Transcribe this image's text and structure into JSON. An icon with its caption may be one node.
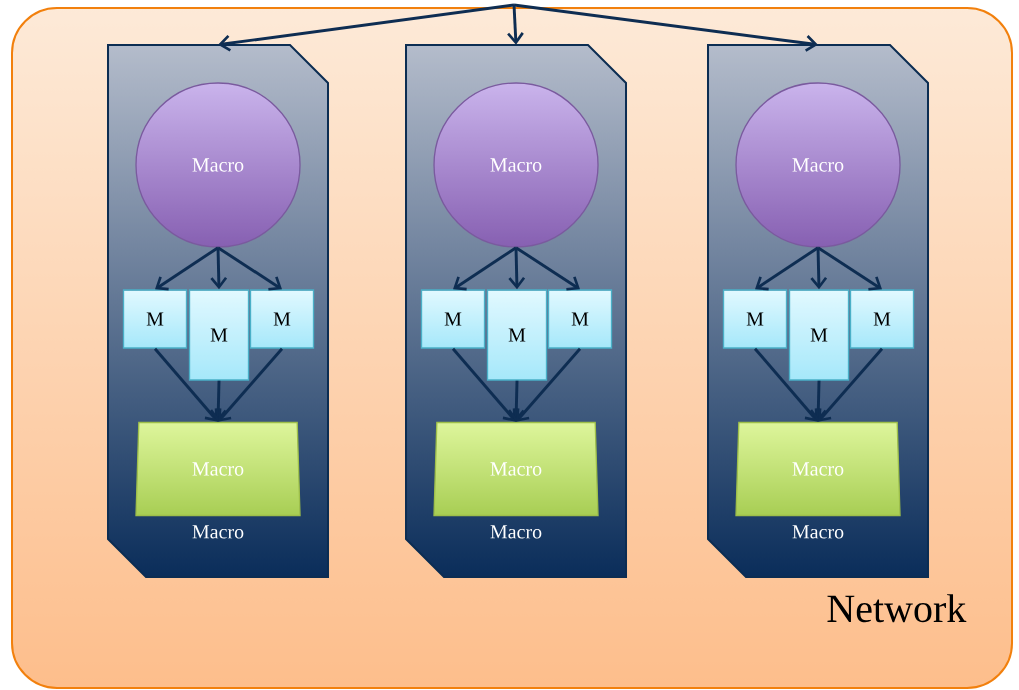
{
  "diagram": {
    "nodes": [
      {
        "text": [
          "Network"
        ]
      },
      {
        "text": [
          "Macro"
        ],
        "in": 0
      },
      {
        "text": [
          "Macro"
        ],
        "in": 1
      },
      {
        "text": [
          "M"
        ],
        "in": 1
      },
      {
        "text": [
          "M"
        ],
        "in": 1
      },
      {
        "text": [
          "M"
        ],
        "in": 1
      },
      {
        "text": [
          "Macro"
        ],
        "in": 1
      },
      {
        "text": [
          "Macro"
        ],
        "in": 0
      },
      {
        "text": [
          "Macro"
        ],
        "in": 7
      },
      {
        "text": [
          "M"
        ],
        "in": 7
      },
      {
        "text": [
          "M"
        ],
        "in": 7
      },
      {
        "text": [
          "M"
        ],
        "in": 7
      },
      {
        "text": [
          "Macro"
        ],
        "in": 7
      },
      {
        "text": [
          "Macro"
        ],
        "in": 0
      },
      {
        "text": [
          "Macro"
        ],
        "in": 13
      },
      {
        "text": [
          "M"
        ],
        "in": 13
      },
      {
        "text": [
          "M"
        ],
        "in": 13
      },
      {
        "text": [
          "M"
        ],
        "in": 13
      },
      {
        "text": [
          "Macro"
        ],
        "in": 13
      }
    ],
    "edges": [
      {
        "from": null,
        "to": 1,
        "arrow": "to"
      },
      {
        "from": null,
        "to": 7,
        "arrow": "to"
      },
      {
        "from": null,
        "to": 13,
        "arrow": "to"
      },
      {
        "from": 2,
        "to": 3,
        "arrow": "to"
      },
      {
        "from": 2,
        "to": 4,
        "arrow": "to"
      },
      {
        "from": 2,
        "to": 5,
        "arrow": "to"
      },
      {
        "from": 3,
        "to": 6,
        "arrow": "to"
      },
      {
        "from": 4,
        "to": 6,
        "arrow": "to"
      },
      {
        "from": 5,
        "to": 6,
        "arrow": "to"
      },
      {
        "from": 8,
        "to": 9,
        "arrow": "to"
      },
      {
        "from": 8,
        "to": 10,
        "arrow": "to"
      },
      {
        "from": 8,
        "to": 11,
        "arrow": "to"
      },
      {
        "from": 9,
        "to": 12,
        "arrow": "to"
      },
      {
        "from": 10,
        "to": 12,
        "arrow": "to"
      },
      {
        "from": 11,
        "to": 12,
        "arrow": "to"
      },
      {
        "from": 14,
        "to": 15,
        "arrow": "to"
      },
      {
        "from": 14,
        "to": 16,
        "arrow": "to"
      },
      {
        "from": 14,
        "to": 17,
        "arrow": "to"
      },
      {
        "from": 15,
        "to": 18,
        "arrow": "to"
      },
      {
        "from": 16,
        "to": 18,
        "arrow": "to"
      },
      {
        "from": 17,
        "to": 18,
        "arrow": "to"
      }
    ]
  }
}
